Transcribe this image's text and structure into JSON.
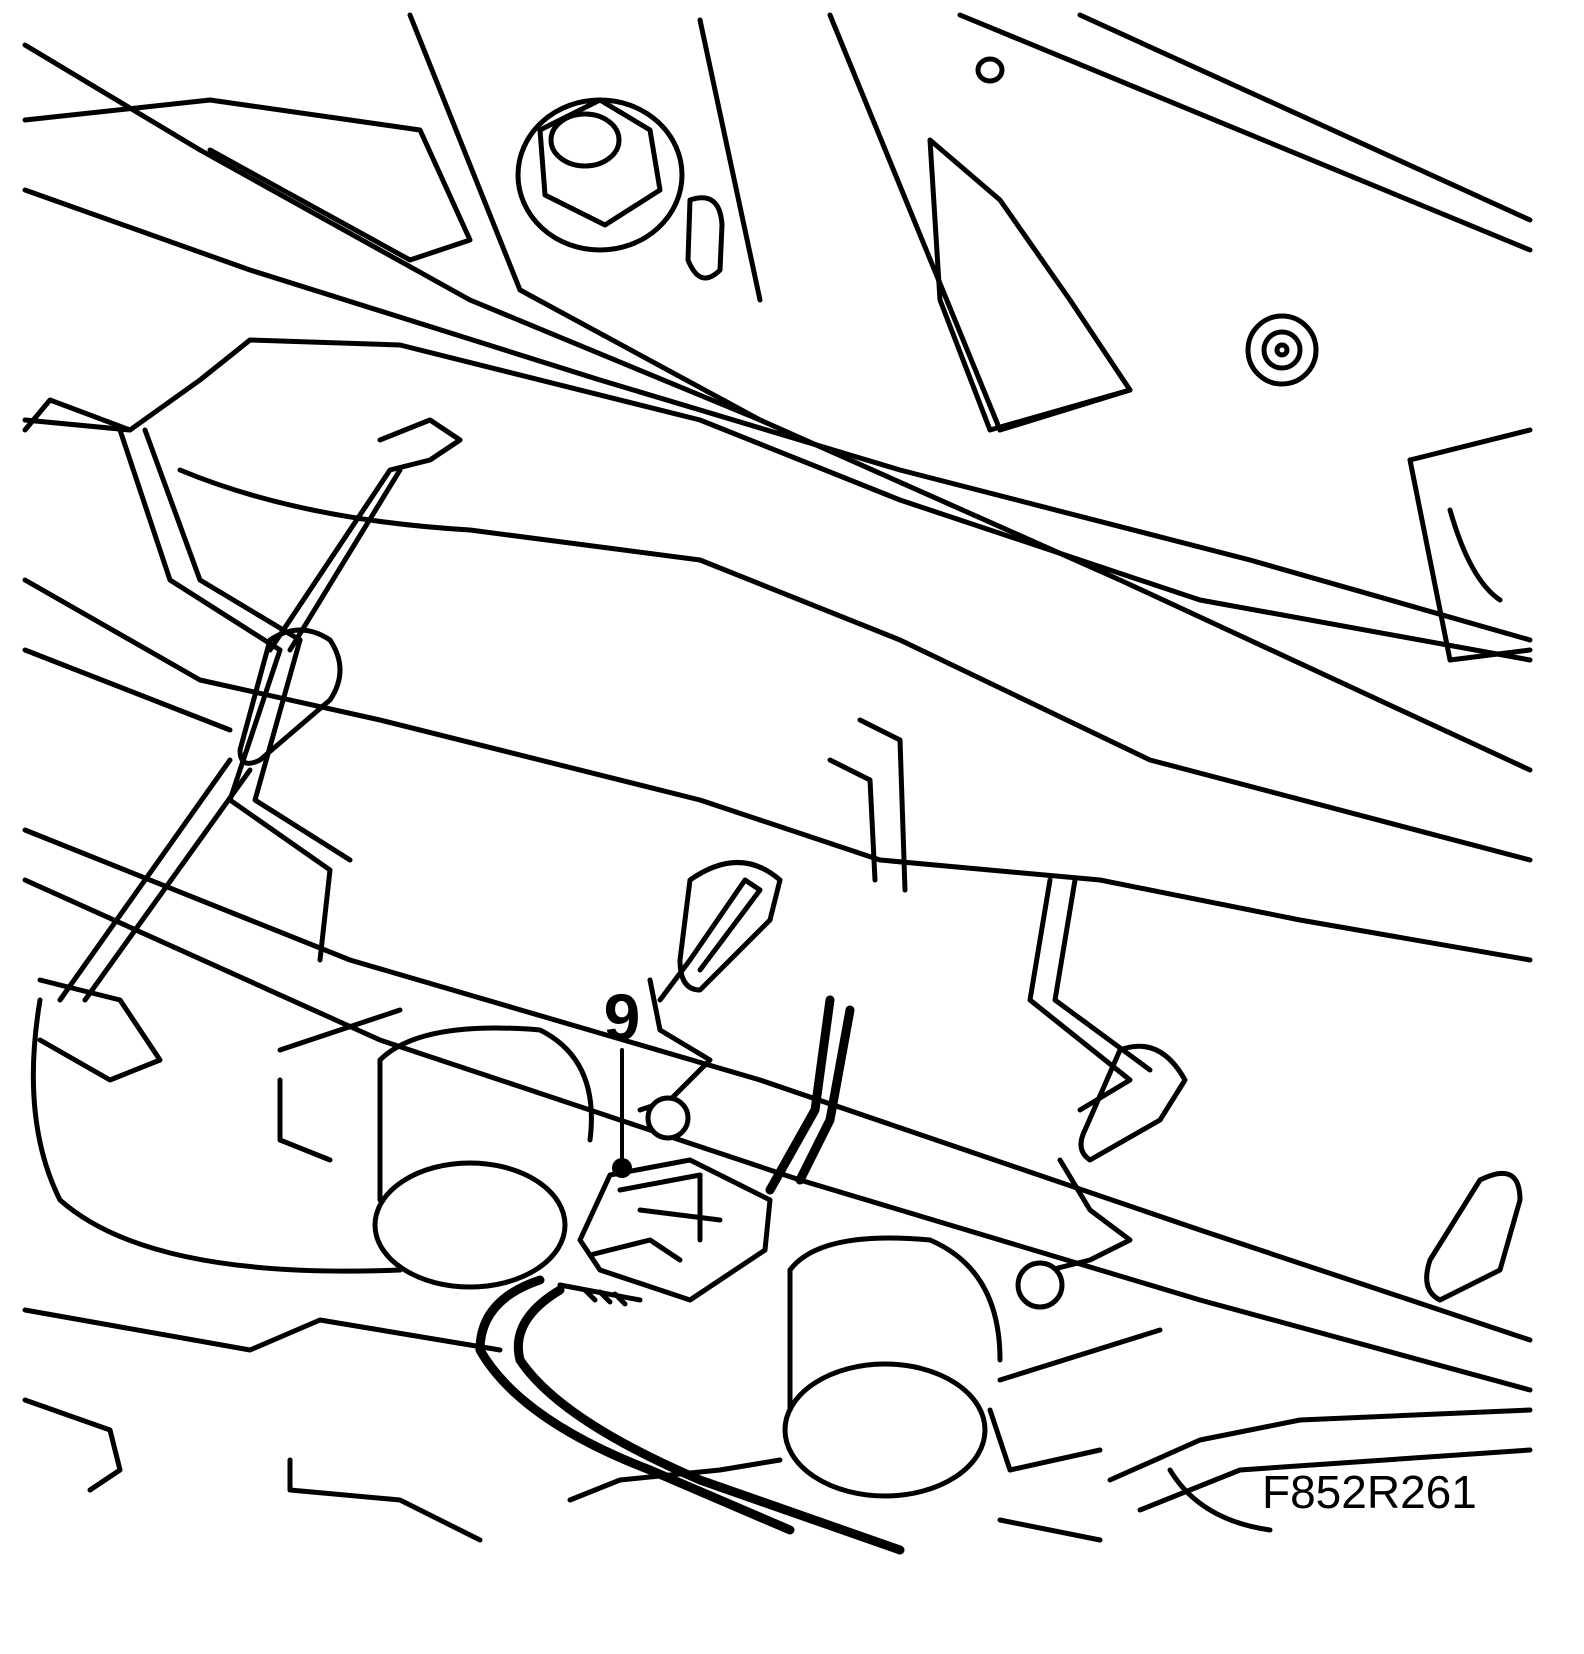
{
  "callout": {
    "number": "9",
    "target": "wiring-harness-connector"
  },
  "figure": {
    "id": "F852R261"
  },
  "colors": {
    "line": "#000000",
    "background": "#ffffff"
  }
}
